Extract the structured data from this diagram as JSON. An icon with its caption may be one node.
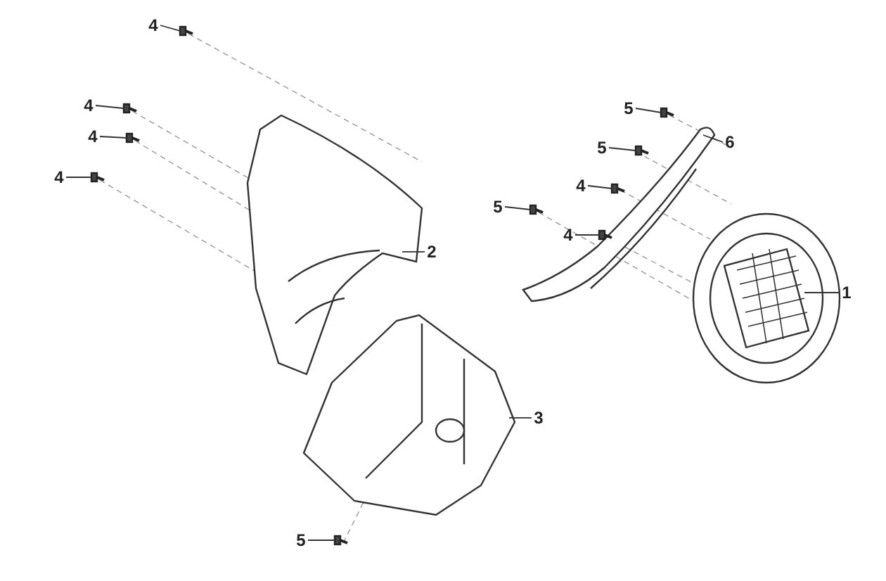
{
  "diagram": {
    "nodes": [
      {
        "text": [
          "4"
        ]
      },
      {
        "text": [
          "4"
        ]
      },
      {
        "text": [
          "4"
        ]
      },
      {
        "text": [
          "4"
        ]
      },
      {
        "text": [
          "5"
        ]
      },
      {
        "text": [
          "6"
        ]
      },
      {
        "text": [
          "5"
        ]
      },
      {
        "text": [
          "4"
        ]
      },
      {
        "text": [
          "5"
        ]
      },
      {
        "text": [
          "4"
        ]
      },
      {
        "text": [
          "1"
        ]
      },
      {
        "text": [
          "2"
        ]
      },
      {
        "text": [
          "3"
        ]
      },
      {
        "text": [
          "5"
        ]
      }
    ],
    "edges": [
      {
        "from": 0,
        "to": null,
        "arrow": "none"
      },
      {
        "from": 1,
        "to": null,
        "arrow": "none"
      },
      {
        "from": 2,
        "to": null,
        "arrow": "none"
      },
      {
        "from": 3,
        "to": null,
        "arrow": "none"
      },
      {
        "from": 4,
        "to": null,
        "arrow": "none"
      },
      {
        "from": 5,
        "to": null,
        "arrow": "none"
      },
      {
        "from": 6,
        "to": null,
        "arrow": "none"
      },
      {
        "from": 7,
        "to": null,
        "arrow": "none"
      },
      {
        "from": 8,
        "to": null,
        "arrow": "none"
      },
      {
        "from": 9,
        "to": null,
        "arrow": "none"
      },
      {
        "from": 10,
        "to": null,
        "arrow": "none"
      },
      {
        "from": 11,
        "to": null,
        "arrow": "none"
      },
      {
        "from": 12,
        "to": null,
        "arrow": "none"
      },
      {
        "from": 13,
        "to": null,
        "arrow": "none"
      }
    ]
  }
}
